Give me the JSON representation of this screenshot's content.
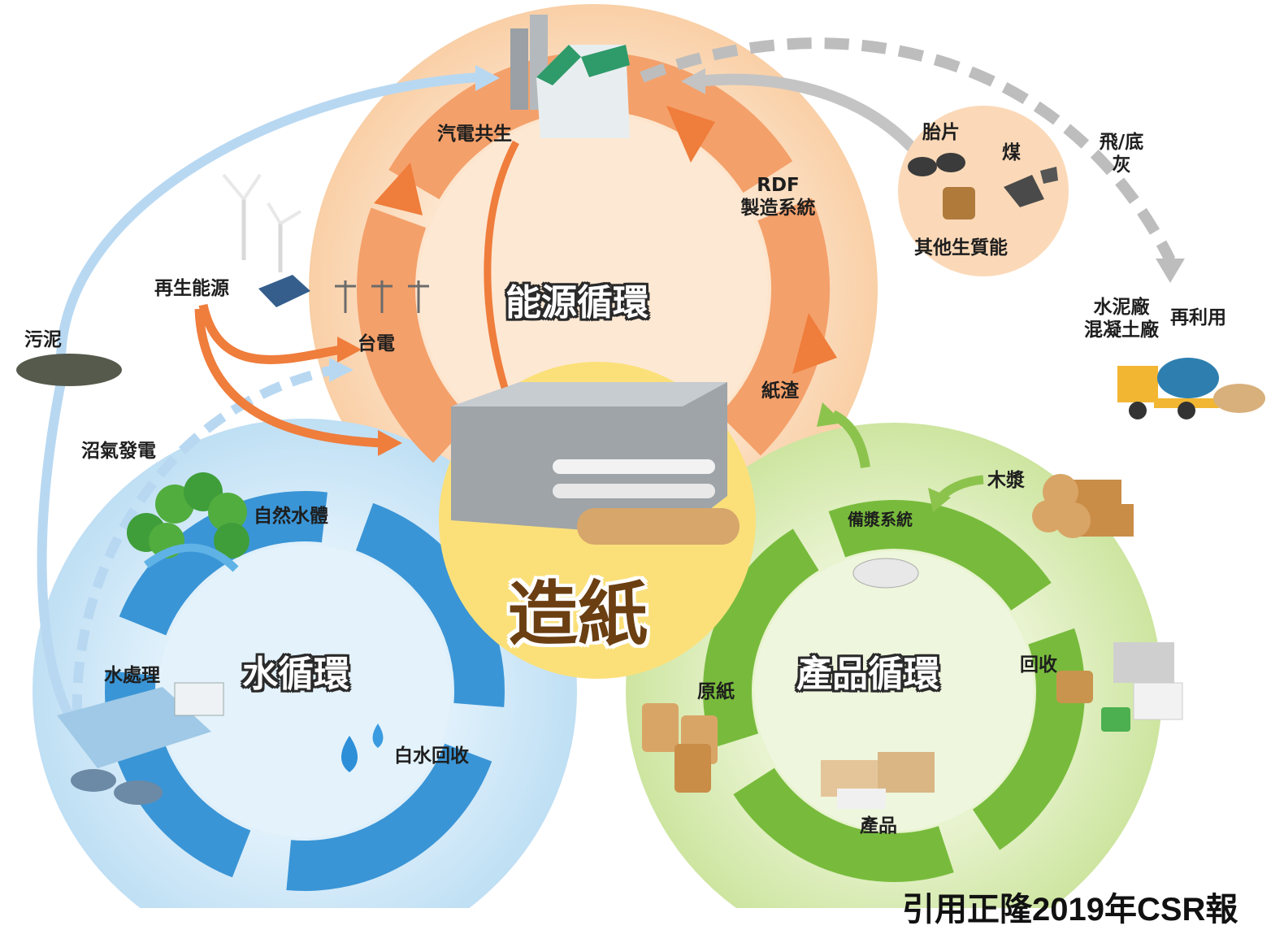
{
  "center": {
    "title": "造紙"
  },
  "cycles": {
    "energy": {
      "title": "能源循環"
    },
    "water": {
      "title": "水循環"
    },
    "product": {
      "title": "產品循環"
    }
  },
  "labels": {
    "cogeneration": "汽電共生",
    "rdf_line1": "RDF",
    "rdf_line2": "製造系統",
    "renewable": "再生能源",
    "taipower": "台電",
    "paper_residue": "紙渣",
    "sludge": "污泥",
    "biogas": "沼氣發電",
    "natural_water": "自然水體",
    "water_treatment": "水處理",
    "white_water": "白水回收",
    "pulp_system": "備漿系統",
    "wood_pulp": "木漿",
    "recycle": "回收",
    "base_paper": "原紙",
    "product": "產品",
    "tire_chips": "胎片",
    "coal": "煤",
    "biomass": "其他生質能",
    "ash_line1": "飛/底",
    "ash_line2": "灰",
    "cement_line1": "水泥廠",
    "cement_line2": "混凝土廠",
    "reuse": "再利用"
  },
  "source_note": "引用正隆2019年CSR報",
  "colors": {
    "energy_outer": "#fbd9b8",
    "energy_arrow": "#ef7d3c",
    "water_outer": "#cfe7f7",
    "water_arrow": "#2e8fd4",
    "product_outer": "#d9ebb3",
    "product_arrow": "#74b83a",
    "center": "#fbe07a",
    "center_text": "#5a3714",
    "gray_arrow": "#b9b9b9",
    "light_blue_arrow": "#b8d8f2"
  }
}
